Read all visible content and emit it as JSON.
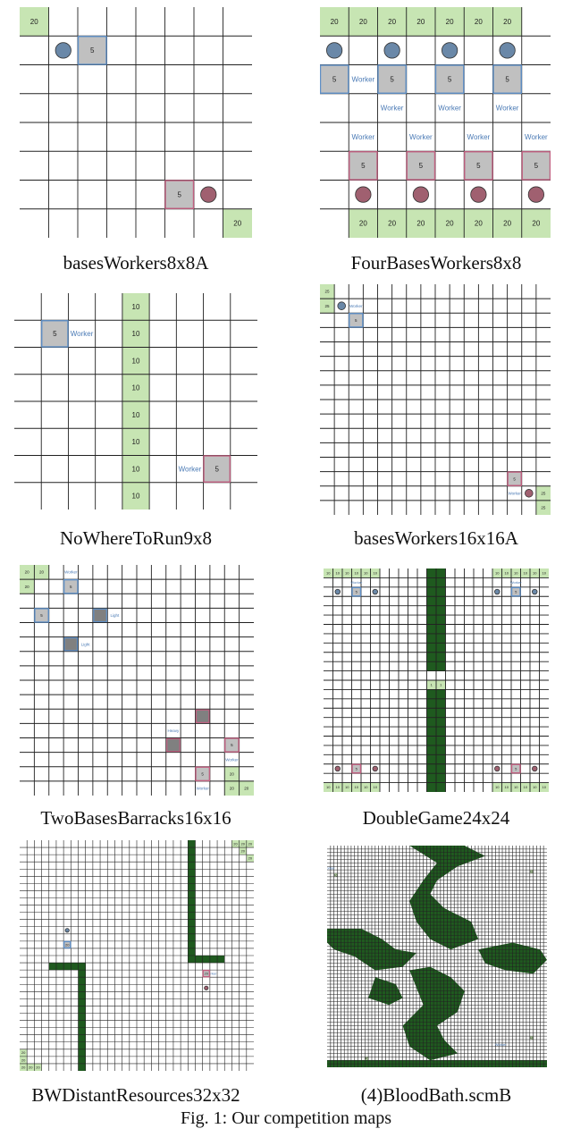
{
  "figure_caption": "Fig. 1: Our competition maps",
  "colors": {
    "resource": "#c7e5b3",
    "base": "#c0c0c0",
    "player0_border": "#5f8fc6",
    "player1_border": "#c06080",
    "unit0": "#6a88a8",
    "unit1": "#a06070",
    "wall": "#1f5a1f",
    "grid": "#222222"
  },
  "maps": [
    {
      "caption": "basesWorkers8x8A",
      "size": [
        8,
        8
      ],
      "resources": [
        {
          "c": 0,
          "r": 0,
          "v": "20"
        },
        {
          "c": 7,
          "r": 7,
          "v": "20"
        }
      ],
      "bases": [
        {
          "c": 2,
          "r": 1,
          "p": 0,
          "v": "5"
        },
        {
          "c": 5,
          "r": 6,
          "p": 1,
          "v": "5"
        }
      ],
      "units": [
        {
          "c": 1,
          "r": 1,
          "p": 0
        },
        {
          "c": 6,
          "r": 6,
          "p": 1
        }
      ],
      "labels": [],
      "walls": []
    },
    {
      "caption": "FourBasesWorkers8x8",
      "size": [
        8,
        8
      ],
      "resources": [
        {
          "c": 0,
          "r": 0,
          "v": "20"
        },
        {
          "c": 1,
          "r": 0,
          "v": "20"
        },
        {
          "c": 2,
          "r": 0,
          "v": "20"
        },
        {
          "c": 3,
          "r": 0,
          "v": "20"
        },
        {
          "c": 4,
          "r": 0,
          "v": "20"
        },
        {
          "c": 5,
          "r": 0,
          "v": "20"
        },
        {
          "c": 6,
          "r": 0,
          "v": "20"
        },
        {
          "c": 1,
          "r": 7,
          "v": "20"
        },
        {
          "c": 2,
          "r": 7,
          "v": "20"
        },
        {
          "c": 3,
          "r": 7,
          "v": "20"
        },
        {
          "c": 4,
          "r": 7,
          "v": "20"
        },
        {
          "c": 5,
          "r": 7,
          "v": "20"
        },
        {
          "c": 6,
          "r": 7,
          "v": "20"
        },
        {
          "c": 7,
          "r": 7,
          "v": "20"
        }
      ],
      "bases": [
        {
          "c": 0,
          "r": 2,
          "p": 0,
          "v": "5"
        },
        {
          "c": 2,
          "r": 2,
          "p": 0,
          "v": "5"
        },
        {
          "c": 4,
          "r": 2,
          "p": 0,
          "v": "5"
        },
        {
          "c": 6,
          "r": 2,
          "p": 0,
          "v": "5"
        },
        {
          "c": 1,
          "r": 5,
          "p": 1,
          "v": "5"
        },
        {
          "c": 3,
          "r": 5,
          "p": 1,
          "v": "5"
        },
        {
          "c": 5,
          "r": 5,
          "p": 1,
          "v": "5"
        },
        {
          "c": 7,
          "r": 5,
          "p": 1,
          "v": "5"
        }
      ],
      "units": [
        {
          "c": 0,
          "r": 1,
          "p": 0
        },
        {
          "c": 2,
          "r": 1,
          "p": 0
        },
        {
          "c": 4,
          "r": 1,
          "p": 0
        },
        {
          "c": 6,
          "r": 1,
          "p": 0
        },
        {
          "c": 1,
          "r": 6,
          "p": 1
        },
        {
          "c": 3,
          "r": 6,
          "p": 1
        },
        {
          "c": 5,
          "r": 6,
          "p": 1
        },
        {
          "c": 7,
          "r": 6,
          "p": 1
        }
      ],
      "labels": [
        {
          "c": 1,
          "r": 2,
          "t": "Worker"
        },
        {
          "c": 2,
          "r": 3,
          "t": "Worker"
        },
        {
          "c": 4,
          "r": 3,
          "t": "Worker"
        },
        {
          "c": 6,
          "r": 3,
          "t": "Worker"
        },
        {
          "c": 1,
          "r": 4,
          "t": "Worker"
        },
        {
          "c": 3,
          "r": 4,
          "t": "Worker"
        },
        {
          "c": 5,
          "r": 4,
          "t": "Worker"
        },
        {
          "c": 7,
          "r": 4,
          "t": "Worker"
        }
      ],
      "walls": []
    },
    {
      "caption": "NoWhereToRun9x8",
      "size": [
        9,
        8
      ],
      "resources": [
        {
          "c": 4,
          "r": 0,
          "v": "10"
        },
        {
          "c": 4,
          "r": 1,
          "v": "10"
        },
        {
          "c": 4,
          "r": 2,
          "v": "10"
        },
        {
          "c": 4,
          "r": 3,
          "v": "10"
        },
        {
          "c": 4,
          "r": 4,
          "v": "10"
        },
        {
          "c": 4,
          "r": 5,
          "v": "10"
        },
        {
          "c": 4,
          "r": 6,
          "v": "10"
        },
        {
          "c": 4,
          "r": 7,
          "v": "10"
        }
      ],
      "bases": [
        {
          "c": 1,
          "r": 1,
          "p": 0,
          "v": "5"
        },
        {
          "c": 7,
          "r": 6,
          "p": 1,
          "v": "5"
        }
      ],
      "units": [],
      "labels": [
        {
          "c": 2,
          "r": 1,
          "t": "Worker"
        },
        {
          "c": 6,
          "r": 6,
          "t": "Worker"
        }
      ],
      "walls": []
    },
    {
      "caption": "basesWorkers16x16A",
      "size": [
        16,
        16
      ],
      "resources": [
        {
          "c": 0,
          "r": 0,
          "v": "25"
        },
        {
          "c": 0,
          "r": 1,
          "v": "25"
        },
        {
          "c": 15,
          "r": 14,
          "v": "25"
        },
        {
          "c": 15,
          "r": 15,
          "v": "25"
        }
      ],
      "bases": [
        {
          "c": 2,
          "r": 2,
          "p": 0,
          "v": "5"
        },
        {
          "c": 13,
          "r": 13,
          "p": 1,
          "v": "5"
        }
      ],
      "units": [
        {
          "c": 1,
          "r": 1,
          "p": 0
        },
        {
          "c": 14,
          "r": 14,
          "p": 1
        }
      ],
      "labels": [
        {
          "c": 2,
          "r": 1,
          "t": "Worker"
        },
        {
          "c": 13,
          "r": 14,
          "t": "Worker"
        }
      ],
      "walls": []
    },
    {
      "caption": "TwoBasesBarracks16x16",
      "size": [
        16,
        16
      ],
      "resources": [
        {
          "c": 0,
          "r": 0,
          "v": "20"
        },
        {
          "c": 1,
          "r": 0,
          "v": "20"
        },
        {
          "c": 0,
          "r": 1,
          "v": "20"
        },
        {
          "c": 14,
          "r": 14,
          "v": "20"
        },
        {
          "c": 14,
          "r": 15,
          "v": "20"
        },
        {
          "c": 15,
          "r": 15,
          "v": "20"
        }
      ],
      "bases": [
        {
          "c": 3,
          "r": 1,
          "p": 0,
          "v": "5"
        },
        {
          "c": 1,
          "r": 3,
          "p": 0,
          "v": "5"
        },
        {
          "c": 14,
          "r": 12,
          "p": 1,
          "v": "5"
        },
        {
          "c": 12,
          "r": 14,
          "p": 1,
          "v": "5"
        }
      ],
      "barracks": [
        {
          "c": 5,
          "r": 3,
          "p": 0
        },
        {
          "c": 3,
          "r": 5,
          "p": 0
        },
        {
          "c": 12,
          "r": 10,
          "p": 1
        },
        {
          "c": 10,
          "r": 12,
          "p": 1
        }
      ],
      "units": [],
      "labels": [
        {
          "c": 3,
          "r": 0,
          "t": "Worker"
        },
        {
          "c": 6,
          "r": 3,
          "t": "Light"
        },
        {
          "c": 4,
          "r": 5,
          "t": "Light"
        },
        {
          "c": 10,
          "r": 11,
          "t": "Heavy"
        },
        {
          "c": 14,
          "r": 13,
          "t": "Worker"
        },
        {
          "c": 12,
          "r": 15,
          "t": "Worker"
        }
      ],
      "walls": []
    },
    {
      "caption": "DoubleGame24x24",
      "size": [
        24,
        24
      ],
      "resources": [
        {
          "c": 0,
          "r": 0,
          "v": "10"
        },
        {
          "c": 1,
          "r": 0,
          "v": "10"
        },
        {
          "c": 2,
          "r": 0,
          "v": "10"
        },
        {
          "c": 3,
          "r": 0,
          "v": "10"
        },
        {
          "c": 4,
          "r": 0,
          "v": "10"
        },
        {
          "c": 5,
          "r": 0,
          "v": "10"
        },
        {
          "c": 18,
          "r": 0,
          "v": "10"
        },
        {
          "c": 19,
          "r": 0,
          "v": "10"
        },
        {
          "c": 20,
          "r": 0,
          "v": "10"
        },
        {
          "c": 21,
          "r": 0,
          "v": "10"
        },
        {
          "c": 22,
          "r": 0,
          "v": "10"
        },
        {
          "c": 23,
          "r": 0,
          "v": "10"
        },
        {
          "c": 0,
          "r": 23,
          "v": "10"
        },
        {
          "c": 1,
          "r": 23,
          "v": "10"
        },
        {
          "c": 2,
          "r": 23,
          "v": "10"
        },
        {
          "c": 3,
          "r": 23,
          "v": "10"
        },
        {
          "c": 4,
          "r": 23,
          "v": "10"
        },
        {
          "c": 5,
          "r": 23,
          "v": "10"
        },
        {
          "c": 18,
          "r": 23,
          "v": "10"
        },
        {
          "c": 19,
          "r": 23,
          "v": "10"
        },
        {
          "c": 20,
          "r": 23,
          "v": "10"
        },
        {
          "c": 21,
          "r": 23,
          "v": "10"
        },
        {
          "c": 22,
          "r": 23,
          "v": "10"
        },
        {
          "c": 23,
          "r": 23,
          "v": "10"
        },
        {
          "c": 11,
          "r": 12,
          "v": "1"
        },
        {
          "c": 12,
          "r": 12,
          "v": "1"
        }
      ],
      "bases": [
        {
          "c": 3,
          "r": 2,
          "p": 0,
          "v": "5"
        },
        {
          "c": 20,
          "r": 2,
          "p": 0,
          "v": "5"
        },
        {
          "c": 3,
          "r": 21,
          "p": 1,
          "v": "5"
        },
        {
          "c": 20,
          "r": 21,
          "p": 1,
          "v": "5"
        }
      ],
      "units": [
        {
          "c": 1,
          "r": 2,
          "p": 0
        },
        {
          "c": 5,
          "r": 2,
          "p": 0
        },
        {
          "c": 18,
          "r": 2,
          "p": 0
        },
        {
          "c": 22,
          "r": 2,
          "p": 0
        },
        {
          "c": 1,
          "r": 21,
          "p": 1
        },
        {
          "c": 5,
          "r": 21,
          "p": 1
        },
        {
          "c": 18,
          "r": 21,
          "p": 1
        },
        {
          "c": 22,
          "r": 21,
          "p": 1
        }
      ],
      "labels": [
        {
          "c": 3,
          "r": 1,
          "t": "Worker"
        },
        {
          "c": 20,
          "r": 1,
          "t": "Worker"
        }
      ],
      "walls": [
        {
          "c": 11,
          "r": 0,
          "w": 2,
          "h": 11
        },
        {
          "c": 11,
          "r": 13,
          "w": 2,
          "h": 11
        }
      ]
    },
    {
      "caption": "BWDistantResources32x32",
      "size": [
        32,
        32
      ],
      "resources": [
        {
          "c": 29,
          "r": 0,
          "v": "20"
        },
        {
          "c": 30,
          "r": 0,
          "v": "20"
        },
        {
          "c": 31,
          "r": 0,
          "v": "20"
        },
        {
          "c": 30,
          "r": 1,
          "v": "20"
        },
        {
          "c": 31,
          "r": 2,
          "v": "20"
        },
        {
          "c": 0,
          "r": 29,
          "v": "20"
        },
        {
          "c": 0,
          "r": 31,
          "v": "20"
        },
        {
          "c": 1,
          "r": 31,
          "v": "20"
        },
        {
          "c": 2,
          "r": 31,
          "v": "20"
        },
        {
          "c": 0,
          "r": 30,
          "v": "20"
        }
      ],
      "bases": [
        {
          "c": 6,
          "r": 14,
          "p": 0,
          "v": "20"
        },
        {
          "c": 25,
          "r": 18,
          "p": 1,
          "v": "20"
        }
      ],
      "units": [
        {
          "c": 6,
          "r": 12,
          "p": 0
        },
        {
          "c": 25,
          "r": 20,
          "p": 1
        }
      ],
      "labels": [
        {
          "c": 26,
          "r": 18,
          "t": "rker"
        }
      ],
      "walls": [
        {
          "c": 4,
          "r": 17,
          "w": 5,
          "h": 1
        },
        {
          "c": 8,
          "r": 17,
          "w": 1,
          "h": 15
        },
        {
          "c": 23,
          "r": 0,
          "w": 1,
          "h": 17
        },
        {
          "c": 23,
          "r": 16,
          "w": 5,
          "h": 1
        }
      ]
    },
    {
      "caption": "(4)BloodBath.scmB",
      "size": [
        64,
        64
      ],
      "resources": [
        {
          "c": 2,
          "r": 8,
          "v": "40"
        },
        {
          "c": 59,
          "r": 7,
          "v": "40"
        },
        {
          "c": 59,
          "r": 55,
          "v": "40"
        },
        {
          "c": 11,
          "r": 61,
          "v": "40"
        }
      ],
      "bases": [],
      "units": [],
      "labels": [
        {
          "c": 0,
          "r": 6,
          "t": "Worker"
        },
        {
          "c": 50,
          "r": 57,
          "t": "Worker"
        }
      ],
      "walls": [],
      "blobs": [
        {
          "pts": [
            [
              24,
              0
            ],
            [
              40,
              0
            ],
            [
              46,
              3
            ],
            [
              38,
              6
            ],
            [
              32,
              10
            ],
            [
              30,
              14
            ],
            [
              34,
              18
            ],
            [
              42,
              22
            ],
            [
              44,
              27
            ],
            [
              36,
              30
            ],
            [
              30,
              27
            ],
            [
              26,
              22
            ],
            [
              24,
              16
            ],
            [
              28,
              10
            ],
            [
              32,
              5
            ]
          ]
        },
        {
          "pts": [
            [
              0,
              24
            ],
            [
              10,
              24
            ],
            [
              16,
              27
            ],
            [
              20,
              30
            ],
            [
              26,
              31
            ],
            [
              22,
              35
            ],
            [
              14,
              36
            ],
            [
              8,
              32
            ],
            [
              2,
              30
            ],
            [
              0,
              28
            ]
          ]
        },
        {
          "pts": [
            [
              44,
              30
            ],
            [
              54,
              28
            ],
            [
              62,
              30
            ],
            [
              64,
              33
            ],
            [
              60,
              37
            ],
            [
              52,
              36
            ],
            [
              46,
              34
            ]
          ]
        },
        {
          "pts": [
            [
              24,
              36
            ],
            [
              30,
              35
            ],
            [
              36,
              38
            ],
            [
              40,
              42
            ],
            [
              38,
              48
            ],
            [
              32,
              52
            ],
            [
              34,
              56
            ],
            [
              38,
              60
            ],
            [
              30,
              62
            ],
            [
              24,
              58
            ],
            [
              22,
              52
            ],
            [
              28,
              46
            ],
            [
              26,
              41
            ]
          ]
        },
        {
          "pts": [
            [
              0,
              62
            ],
            [
              64,
              62
            ],
            [
              64,
              64
            ],
            [
              0,
              64
            ]
          ]
        },
        {
          "pts": [
            [
              14,
              38
            ],
            [
              20,
              40
            ],
            [
              22,
              44
            ],
            [
              18,
              46
            ],
            [
              12,
              44
            ]
          ]
        }
      ]
    }
  ]
}
